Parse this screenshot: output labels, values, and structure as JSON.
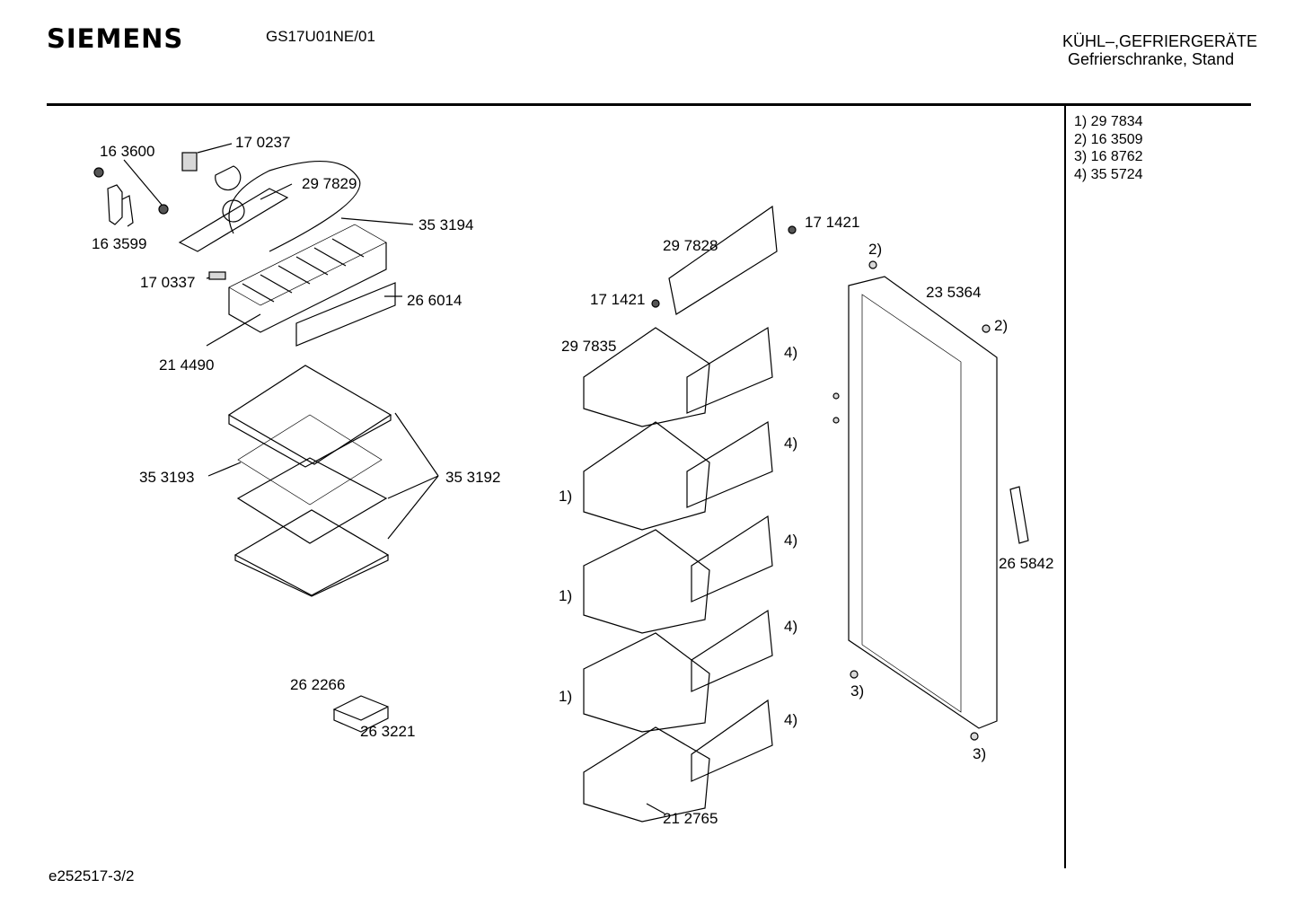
{
  "header": {
    "brand": "SIEMENS",
    "model": "GS17U01NE/01",
    "category_line1": "KÜHL–,GEFRIERGERÄTE",
    "category_line2": "Gefrierschranke, Stand"
  },
  "notes": [
    {
      "label": "1) 29 7834"
    },
    {
      "label": "2) 16 3509"
    },
    {
      "label": "3) 16 8762"
    },
    {
      "label": "4) 35 5724"
    }
  ],
  "part_labels": [
    "16 3600",
    "17 0237",
    "29 7829",
    "35 3194",
    "16 3599",
    "17 0337",
    "26 6014",
    "21 4490",
    "35 3193",
    "35 3192",
    "26 2266",
    "26 3221",
    "17 1421",
    "29 7828",
    "17 1421",
    "29 7835",
    "4)",
    "4)",
    "1)",
    "4)",
    "1)",
    "4)",
    "1)",
    "4)",
    "21 2765",
    "2)",
    "23 5364",
    "2)",
    "26 5842",
    "3)",
    "3)"
  ],
  "footer": {
    "doc_id": "e252517-3/2"
  }
}
